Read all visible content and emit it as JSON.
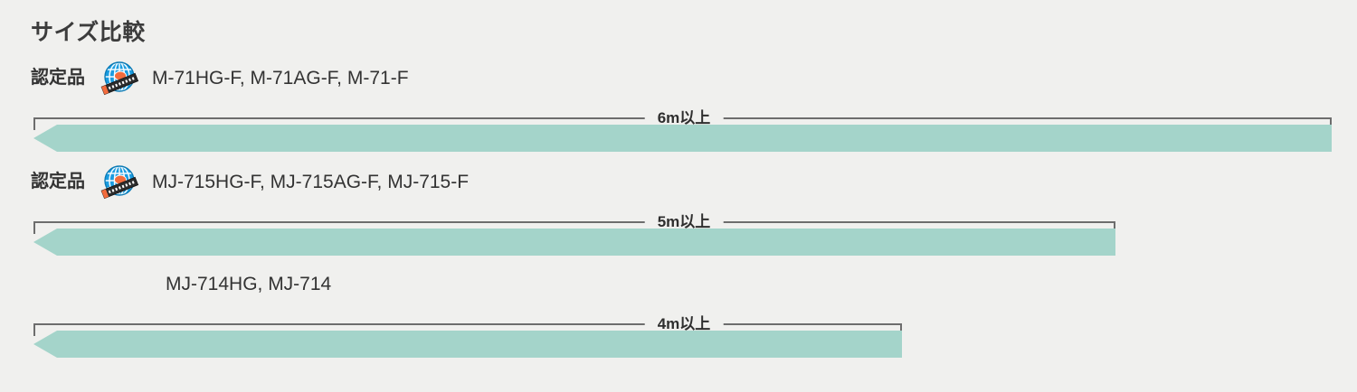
{
  "page": {
    "title": "サイズ比較",
    "background_color": "#f0f0ee",
    "bar_color": "#a4d4ca",
    "line_color": "#6d6d6d",
    "text_color": "#333333"
  },
  "rows": [
    {
      "cert_label": "認定品",
      "badge_icon": "certified-globe-badge-icon",
      "models": "M-71HG-F, M-71AG-F, M-71-F",
      "dimension": "6m以上",
      "has_badge": true
    },
    {
      "cert_label": "認定品",
      "badge_icon": "certified-globe-badge-icon",
      "models": "MJ-715HG-F, MJ-715AG-F, MJ-715-F",
      "dimension": "5m以上",
      "has_badge": true
    },
    {
      "cert_label": "",
      "badge_icon": "",
      "models": "MJ-714HG, MJ-714",
      "dimension": "4m以上",
      "has_badge": false
    }
  ],
  "chart_data": {
    "type": "bar",
    "title": "サイズ比較",
    "orientation": "horizontal",
    "categories": [
      "M-71HG-F, M-71AG-F, M-71-F",
      "MJ-715HG-F, MJ-715AG-F, MJ-715-F",
      "MJ-714HG, MJ-714"
    ],
    "values": [
      6,
      5,
      4
    ],
    "value_labels": [
      "6m以上",
      "5m以上",
      "4m以上"
    ],
    "unit": "m",
    "xlabel": "",
    "ylabel": "",
    "grid": false,
    "legend": "none"
  }
}
